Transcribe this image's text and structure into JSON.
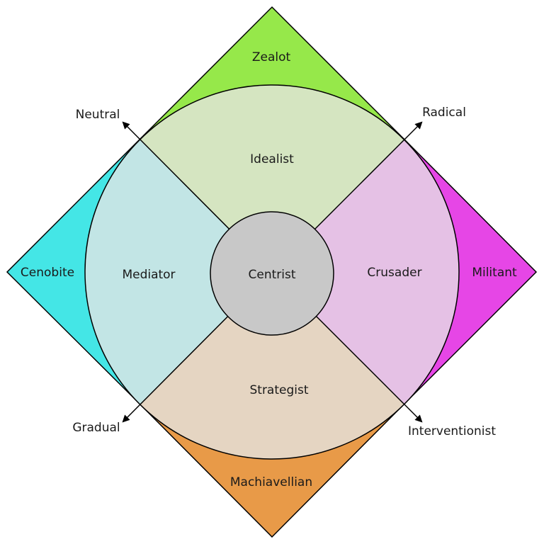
{
  "outer_regions": {
    "zealot": {
      "label": "Zealot",
      "color": "#96e84a"
    },
    "militant": {
      "label": "Militant",
      "color": "#e646e6"
    },
    "machiavellian": {
      "label": "Machiavellian",
      "color": "#e89a48"
    },
    "cenobite": {
      "label": "Cenobite",
      "color": "#44e6e6"
    }
  },
  "inner_regions": {
    "idealist": {
      "label": "Idealist",
      "color": "#d5e5c1"
    },
    "crusader": {
      "label": "Crusader",
      "color": "#e5c1e5"
    },
    "strategist": {
      "label": "Strategist",
      "color": "#e5d5c2"
    },
    "mediator": {
      "label": "Mediator",
      "color": "#c2e5e5"
    }
  },
  "center": {
    "label": "Centrist",
    "color": "#c8c8c8"
  },
  "axes": {
    "top_left": "Neutral",
    "top_right": "Radical",
    "bottom_left": "Gradual",
    "bottom_right": "Interventionist"
  }
}
